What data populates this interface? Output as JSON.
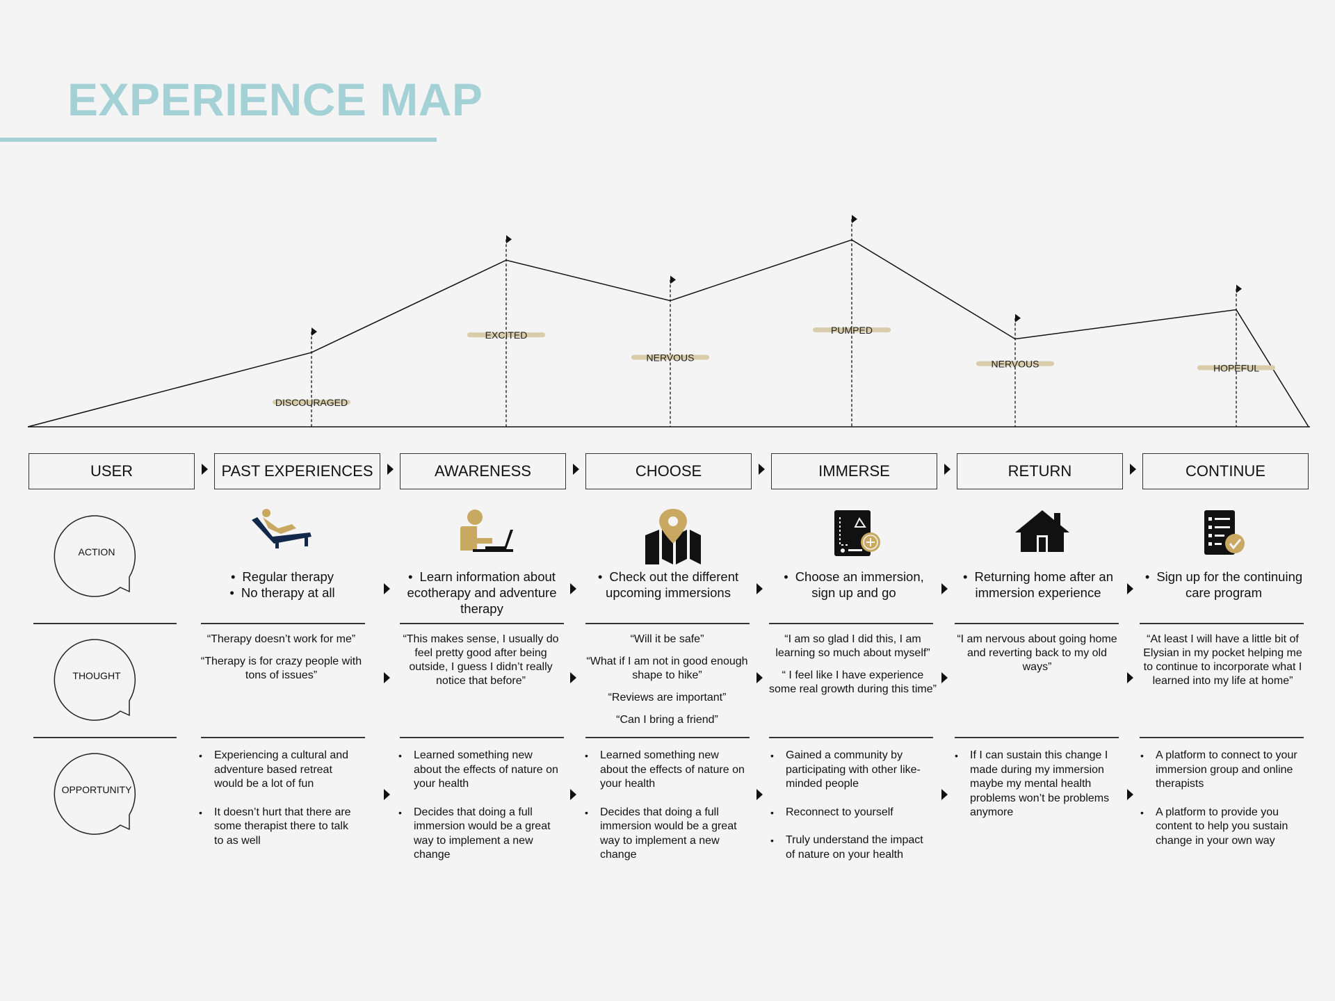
{
  "title": "EXPERIENCE MAP",
  "colors": {
    "accent": "#a4d1d5",
    "gold": "#c9a961",
    "navy": "#12284a",
    "emotion_band": "#d8ccaa"
  },
  "emotion_curve": [
    {
      "label": "DISCOURAGED",
      "level": 0.33
    },
    {
      "label": "EXCITED",
      "level": 0.74
    },
    {
      "label": "NERVOUS",
      "level": 0.56
    },
    {
      "label": "PUMPED",
      "level": 0.83
    },
    {
      "label": "NERVOUS",
      "level": 0.39
    },
    {
      "label": "HOPEFUL",
      "level": 0.52
    }
  ],
  "stages": [
    "USER",
    "PAST EXPERIENCES",
    "AWARENESS",
    "CHOOSE",
    "IMMERSE",
    "RETURN",
    "CONTINUE"
  ],
  "rows": {
    "action": "ACTION",
    "thought": "THOUGHT",
    "opportunity": "OPPORTUNITY"
  },
  "columns": [
    {
      "icon": "therapy-chair-icon",
      "actions": [
        "Regular therapy",
        "No therapy at all"
      ],
      "thoughts": [
        "“Therapy doesn’t work for me”",
        "“Therapy is for crazy people with tons of issues”"
      ],
      "opportunities": [
        "Experiencing a cultural and adventure based retreat would be a lot of fun",
        "It doesn’t hurt that there are some therapist there to talk to as well"
      ]
    },
    {
      "icon": "person-laptop-icon",
      "actions": [
        "Learn information about ecotherapy and adventure therapy"
      ],
      "thoughts": [
        "“This makes sense, I usually do feel pretty good after being outside, I guess I didn’t really notice that before”"
      ],
      "opportunities": [
        "Learned something new about the effects of nature on your health",
        "Decides that doing a full immersion would be a great way to implement a new change"
      ]
    },
    {
      "icon": "map-pin-icon",
      "actions": [
        "Check out the different upcoming immersions"
      ],
      "thoughts": [
        "“Will it be safe”",
        "“What if I am not in good enough shape to hike”",
        "“Reviews are important”",
        "“Can I bring a friend”"
      ],
      "opportunities": [
        "Learned something new about the effects of nature on your health",
        "Decides that doing a full immersion would be a great way to implement a new change"
      ]
    },
    {
      "icon": "itinerary-icon",
      "actions": [
        "Choose an immersion, sign up and go"
      ],
      "thoughts": [
        "“I am so glad I did this, I am learning so much about myself”",
        "“ I feel like I have experience some real growth during this time”"
      ],
      "opportunities": [
        "Gained a community by participating with other like-minded people",
        "Reconnect to yourself",
        "Truly understand the impact of nature on your health"
      ]
    },
    {
      "icon": "home-icon",
      "actions": [
        "Returning home after an immersion experience"
      ],
      "thoughts": [
        "“I am nervous about going home and reverting back to my old ways”"
      ],
      "opportunities": [
        "If I can sustain this change I made during my immersion maybe my mental health problems won’t be problems anymore"
      ]
    },
    {
      "icon": "checklist-icon",
      "actions": [
        "Sign up for the continuing care program"
      ],
      "thoughts": [
        "“At least I will have a little bit of Elysian in my pocket helping me to continue to incorporate what I learned into my life at home”"
      ],
      "opportunities": [
        "A platform to connect to your immersion group and online therapists",
        "A platform to provide you content to help you sustain change in your own way"
      ]
    }
  ]
}
